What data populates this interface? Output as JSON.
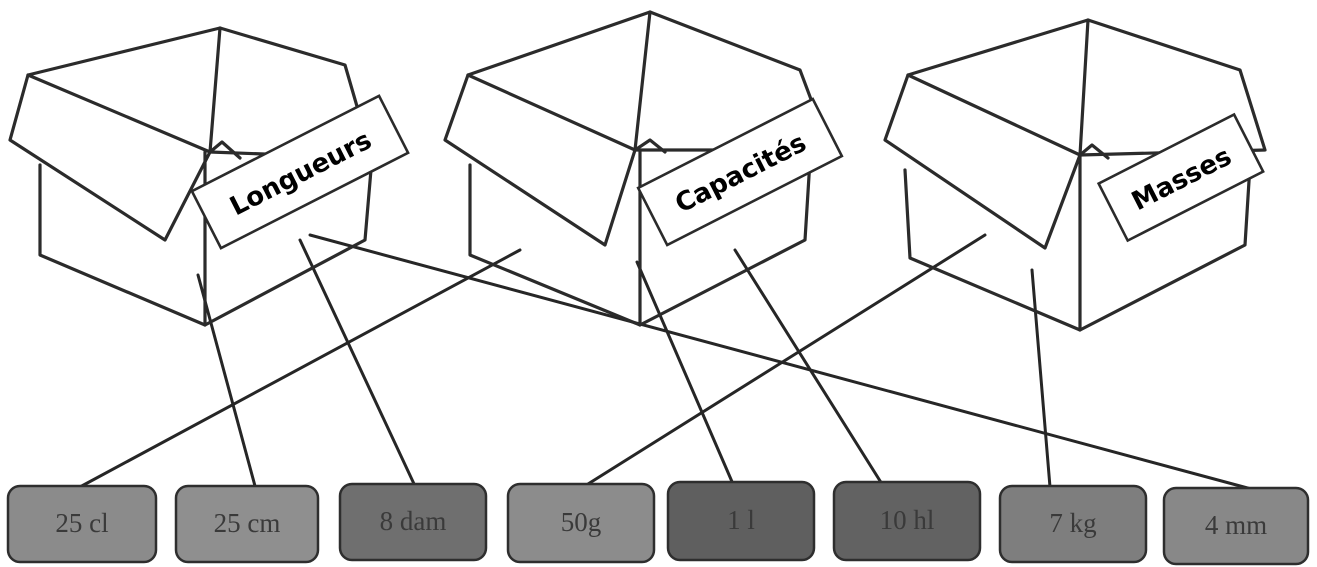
{
  "boxes": [
    {
      "label": "Longueurs"
    },
    {
      "label": "Capacités"
    },
    {
      "label": "Masses"
    }
  ],
  "cards": [
    {
      "text": "25 cl",
      "shade": "#8b8b8b"
    },
    {
      "text": "25 cm",
      "shade": "#8f8f8f"
    },
    {
      "text": "8 dam",
      "shade": "#6f6f6f"
    },
    {
      "text": "50g",
      "shade": "#8c8c8c"
    },
    {
      "text": "1 l",
      "shade": "#5f5f5f"
    },
    {
      "text": "10 hl",
      "shade": "#626262"
    },
    {
      "text": "7 kg",
      "shade": "#7e7e7e"
    },
    {
      "text": "4 mm",
      "shade": "#888888"
    }
  ],
  "connections": [
    {
      "card": "25 cl",
      "box": "Capacités"
    },
    {
      "card": "25 cm",
      "box": "Longueurs"
    },
    {
      "card": "8 dam",
      "box": "Longueurs"
    },
    {
      "card": "50g",
      "box": "Masses"
    },
    {
      "card": "1 l",
      "box": "Capacités"
    },
    {
      "card": "10 hl",
      "box": "Capacités"
    },
    {
      "card": "7 kg",
      "box": "Masses"
    },
    {
      "card": "4 mm",
      "box": "Longueurs"
    }
  ]
}
